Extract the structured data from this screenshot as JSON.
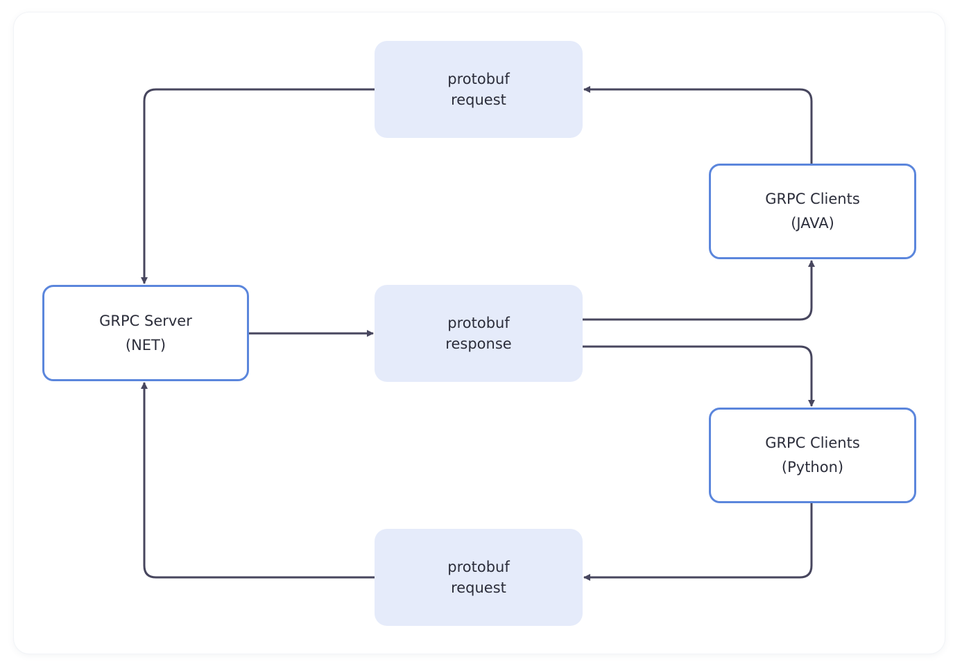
{
  "diagram": {
    "nodes": {
      "server": {
        "line1": "GRPC Server",
        "line2": "(NET)"
      },
      "java": {
        "line1": "GRPC Clients",
        "line2": "(JAVA)"
      },
      "python": {
        "line1": "GRPC Clients",
        "line2": "(Python)"
      },
      "req_top": {
        "line1": "protobuf",
        "line2": "request"
      },
      "response": {
        "line1": "protobuf",
        "line2": "response"
      },
      "req_bottom": {
        "line1": "protobuf",
        "line2": "request"
      }
    },
    "edges": [
      {
        "from": "java",
        "to": "req_top"
      },
      {
        "from": "req_top",
        "to": "server"
      },
      {
        "from": "server",
        "to": "response"
      },
      {
        "from": "response",
        "to": "java"
      },
      {
        "from": "response",
        "to": "python"
      },
      {
        "from": "python",
        "to": "req_bottom"
      },
      {
        "from": "req_bottom",
        "to": "server"
      }
    ],
    "colors": {
      "client_server_border": "#5b86dc",
      "message_fill": "#e5ebfa",
      "connector": "#47465e",
      "text": "#2b2d3a"
    }
  }
}
